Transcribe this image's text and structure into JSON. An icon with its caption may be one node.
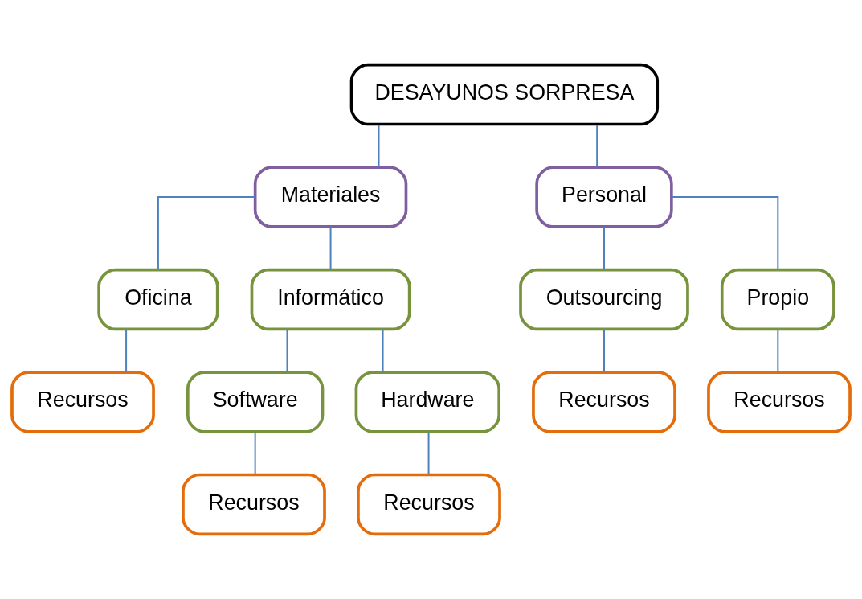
{
  "diagram": {
    "nodes": [
      {
        "text": [
          "DESAYUNOS SORPRESA"
        ]
      },
      {
        "text": [
          "Materiales"
        ]
      },
      {
        "text": [
          "Personal"
        ]
      },
      {
        "text": [
          "Oficina"
        ]
      },
      {
        "text": [
          "Informático"
        ]
      },
      {
        "text": [
          "Recursos"
        ]
      },
      {
        "text": [
          "Software"
        ]
      },
      {
        "text": [
          "Hardware"
        ]
      },
      {
        "text": [
          "Recursos"
        ]
      },
      {
        "text": [
          "Recursos"
        ]
      },
      {
        "text": [
          "Outsourcing"
        ]
      },
      {
        "text": [
          "Propio"
        ]
      },
      {
        "text": [
          "Recursos"
        ]
      },
      {
        "text": [
          "Recursos"
        ]
      }
    ],
    "edges": [
      {
        "from": 0,
        "to": 1,
        "arrow": "none"
      },
      {
        "from": 0,
        "to": 2,
        "arrow": "none"
      },
      {
        "from": 1,
        "to": 3,
        "arrow": "none"
      },
      {
        "from": 1,
        "to": 4,
        "arrow": "none"
      },
      {
        "from": 3,
        "to": 5,
        "arrow": "none"
      },
      {
        "from": 4,
        "to": 6,
        "arrow": "none"
      },
      {
        "from": 4,
        "to": 7,
        "arrow": "none"
      },
      {
        "from": 6,
        "to": 8,
        "arrow": "none"
      },
      {
        "from": 7,
        "to": 9,
        "arrow": "none"
      },
      {
        "from": 2,
        "to": 10,
        "arrow": "none"
      },
      {
        "from": 2,
        "to": 11,
        "arrow": "none"
      },
      {
        "from": 10,
        "to": 12,
        "arrow": "none"
      },
      {
        "from": 11,
        "to": 13,
        "arrow": "none"
      }
    ]
  }
}
